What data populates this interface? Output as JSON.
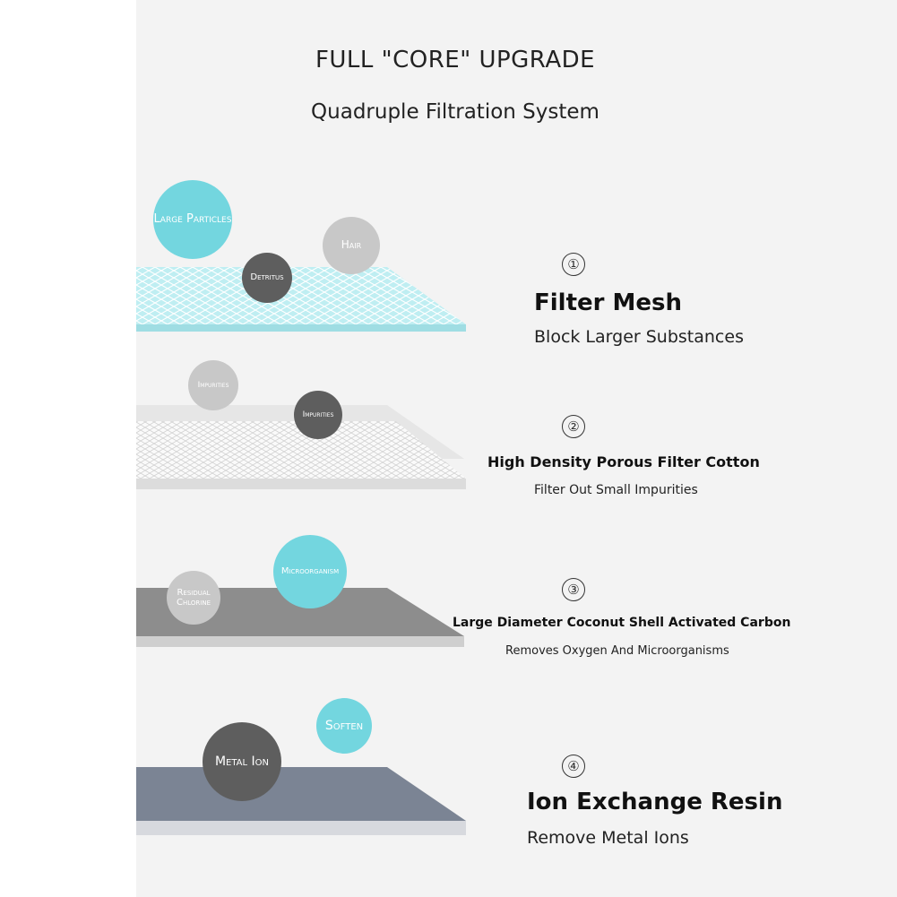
{
  "header": {
    "title": "FULL \"CORE\" UPGRADE",
    "subtitle": "Quadruple Filtration System"
  },
  "colors": {
    "mesh": "#bfeef2",
    "cotton": "#f4f4f4",
    "carbon": "#8d8d8d",
    "resin": "#7b8494",
    "bubble_cyan": "#73d6df",
    "bubble_dark": "#5e5e5e",
    "bubble_light": "#c8c8c8"
  },
  "stages": [
    {
      "number": "①",
      "title": "Filter Mesh",
      "description": "Block Larger Substances",
      "bubbles": [
        "Large Particles",
        "Detritus",
        "Hair"
      ]
    },
    {
      "number": "②",
      "title": "High Density Porous Filter Cotton",
      "description": "Filter Out Small Impurities",
      "bubbles": [
        "Impurities",
        "Impurities"
      ]
    },
    {
      "number": "③",
      "title": "Large Diameter Coconut Shell Activated Carbon",
      "description": "Removes Oxygen And Microorganisms",
      "bubbles": [
        "Residual Chlorine",
        "Microorganism"
      ]
    },
    {
      "number": "④",
      "title": "Ion Exchange Resin",
      "description": "Remove Metal Ions",
      "bubbles": [
        "Soften",
        "Metal Ion"
      ]
    }
  ]
}
